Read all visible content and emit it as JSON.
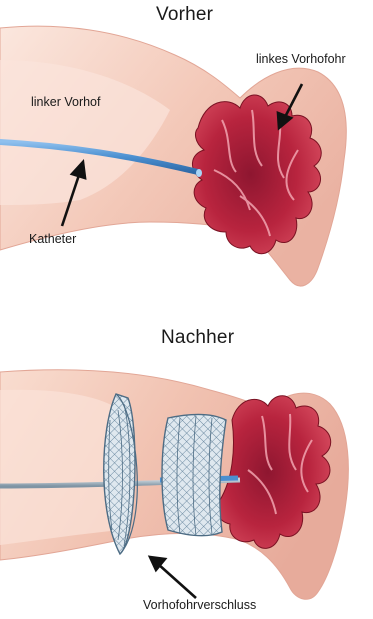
{
  "panels": [
    {
      "title": "Vorher",
      "labels": {
        "left_atrium": "linker Vorhof",
        "appendage": "linkes Vorhofohr",
        "catheter": "Katheter"
      }
    },
    {
      "title": "Nachher",
      "labels": {
        "occluder": "Vorhofohrverschluss"
      }
    }
  ],
  "colors": {
    "tissue": "#f4cdbf",
    "tissue_edge": "#e5a898",
    "appendage": "#b8243e",
    "appendage_dark": "#8c1628",
    "catheter": "#4b8fd0",
    "device": "#6f8fa6"
  }
}
